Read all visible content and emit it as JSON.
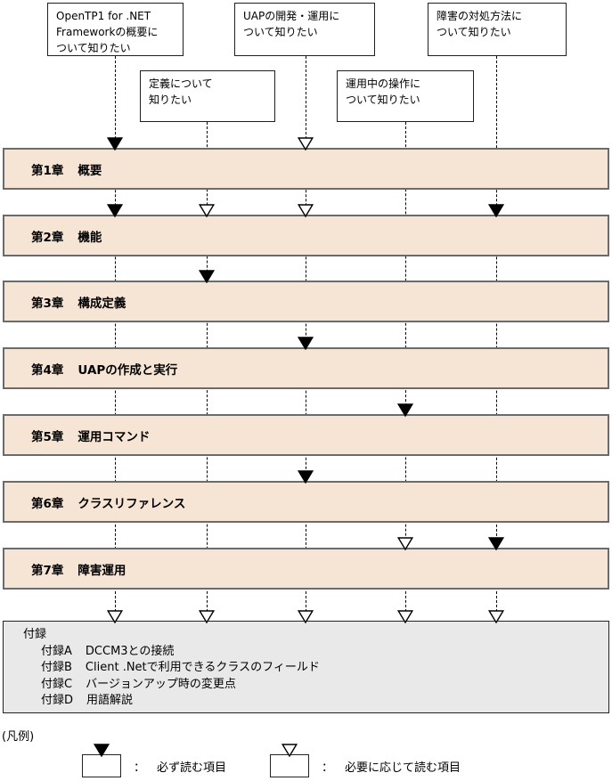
{
  "diagram": {
    "reader_boxes": [
      {
        "id": "overview",
        "text": "OpenTP1 for .NET\nFrameworkの概要に\nついて知りたい"
      },
      {
        "id": "uap_dev",
        "text": "UAPの開発・運用に\nついて知りたい"
      },
      {
        "id": "failure",
        "text": "障害の対処方法に\nついて知りたい"
      },
      {
        "id": "definition",
        "text": "定義について\n知りたい"
      },
      {
        "id": "operation",
        "text": "運用中の操作に\nついて知りたい"
      }
    ],
    "chapters": [
      {
        "label": "第1章",
        "title": "概要"
      },
      {
        "label": "第2章",
        "title": "機能"
      },
      {
        "label": "第3章",
        "title": "構成定義"
      },
      {
        "label": "第4章",
        "title": "UAPの作成と実行"
      },
      {
        "label": "第5章",
        "title": "運用コマンド"
      },
      {
        "label": "第6章",
        "title": "クラスリファレンス"
      },
      {
        "label": "第7章",
        "title": "障害運用"
      }
    ],
    "appendix": {
      "title": "付録",
      "items": [
        {
          "label": "付録A",
          "text": "DCCM3との接続"
        },
        {
          "label": "付録B",
          "text": "Client .Netで利用できるクラスのフィールド"
        },
        {
          "label": "付録C",
          "text": "バージョンアップ時の変更点"
        },
        {
          "label": "付録D",
          "text": "用語解説"
        }
      ]
    },
    "arrows": [
      {
        "source": "overview",
        "marks": [
          {
            "target": "chapter1",
            "type": "must_read"
          },
          {
            "target": "chapter2",
            "type": "must_read"
          },
          {
            "target": "appendix",
            "type": "as_needed"
          }
        ]
      },
      {
        "source": "definition",
        "marks": [
          {
            "target": "chapter2",
            "type": "as_needed"
          },
          {
            "target": "chapter3",
            "type": "must_read"
          },
          {
            "target": "appendix",
            "type": "as_needed"
          }
        ]
      },
      {
        "source": "uap_dev",
        "marks": [
          {
            "target": "chapter1",
            "type": "as_needed"
          },
          {
            "target": "chapter2",
            "type": "as_needed"
          },
          {
            "target": "chapter4",
            "type": "must_read"
          },
          {
            "target": "chapter6",
            "type": "must_read"
          },
          {
            "target": "appendix",
            "type": "as_needed"
          }
        ]
      },
      {
        "source": "operation",
        "marks": [
          {
            "target": "chapter5",
            "type": "must_read"
          },
          {
            "target": "chapter7",
            "type": "as_needed"
          },
          {
            "target": "appendix",
            "type": "as_needed"
          }
        ]
      },
      {
        "source": "failure",
        "marks": [
          {
            "target": "chapter2",
            "type": "must_read"
          },
          {
            "target": "chapter7",
            "type": "must_read"
          },
          {
            "target": "appendix",
            "type": "as_needed"
          }
        ]
      }
    ],
    "legend": {
      "title": "(凡例)",
      "separator": "：",
      "items": [
        {
          "marker": "filled-triangle",
          "text": "必ず読む項目"
        },
        {
          "marker": "open-triangle",
          "text": "必要に応じて読む項目"
        }
      ]
    },
    "colors": {
      "chapter_fill": "#f6e4d4",
      "chapter_border": "#6b6b6b",
      "appendix_fill": "#e9e9e9",
      "box_border": "#1f1f1f",
      "line": "#000000"
    }
  }
}
